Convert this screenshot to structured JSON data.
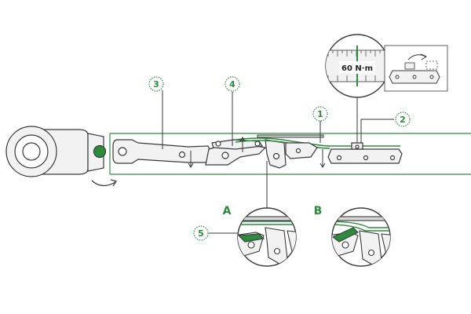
{
  "callouts": [
    {
      "id": "1",
      "label": "1"
    },
    {
      "id": "2",
      "label": "2"
    },
    {
      "id": "3",
      "label": "3"
    },
    {
      "id": "4",
      "label": "4"
    },
    {
      "id": "5",
      "label": "5"
    }
  ],
  "detail_views": {
    "a": "A",
    "b": "B"
  },
  "scale": {
    "reading": "60 N·m"
  },
  "colors": {
    "accent": "#2e8b3e",
    "outline": "#3a3a3a",
    "light_fill": "#f2f2f2"
  }
}
